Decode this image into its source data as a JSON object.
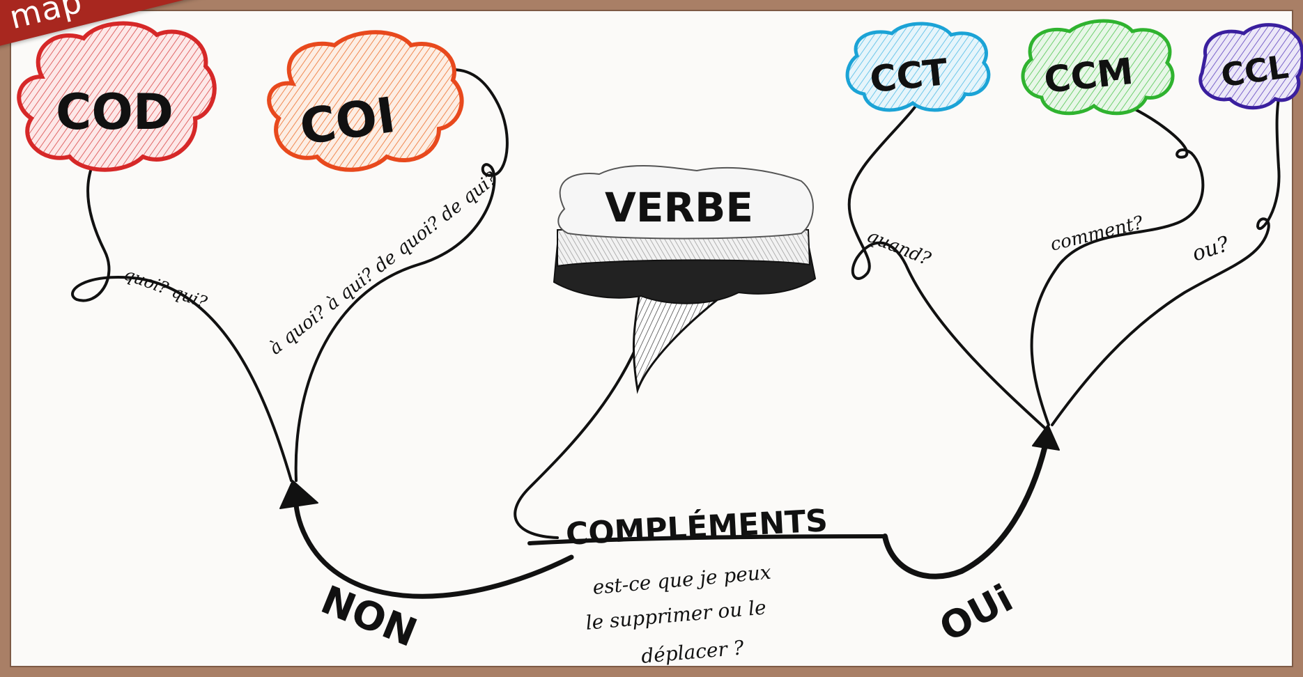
{
  "badge": {
    "text": "d map"
  },
  "center": {
    "label": "VERBE"
  },
  "main_branch": {
    "label": "COMPLÉMENTS",
    "question_line1": "est-ce que je peux",
    "question_line2": "le supprimer ou le",
    "question_line3": "déplacer ?"
  },
  "branches": {
    "non": {
      "label": "NON"
    },
    "oui": {
      "label": "OUi"
    }
  },
  "nodes": {
    "cod": {
      "label": "COD",
      "question": "quoi? qui?",
      "color": "#d62828"
    },
    "coi": {
      "label": "COI",
      "question": "à quoi? à qui? de quoi? de qui?",
      "color": "#e8491d"
    },
    "cct": {
      "label": "CCT",
      "question": "quand?",
      "color": "#1ba3d6"
    },
    "ccm": {
      "label": "CCM",
      "question": "comment?",
      "color": "#2fb32f"
    },
    "ccl": {
      "label": "CCL",
      "question": "ou?",
      "color": "#3a1f9e"
    }
  },
  "colors": {
    "frame": "#a97f66",
    "paper": "#fbfaf8",
    "ink": "#111111",
    "badge": "#a8271f"
  }
}
